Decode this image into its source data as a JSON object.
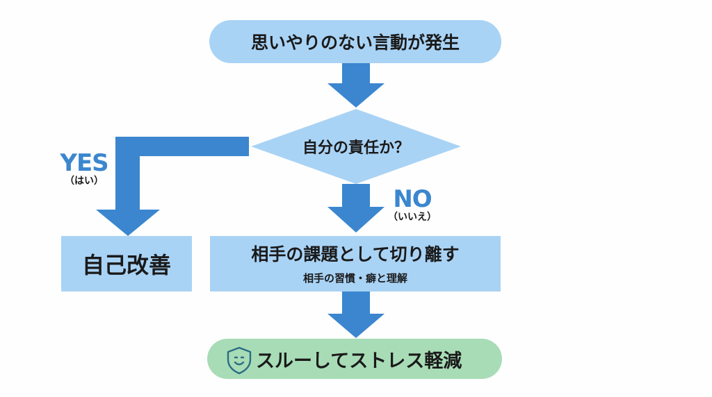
{
  "start_node": {
    "label": "思いやりのない言動が発生"
  },
  "decision_node": {
    "label": "自分の責任か？"
  },
  "yes_branch": {
    "label": "YES",
    "sublabel": "（はい）"
  },
  "no_branch": {
    "label": "NO",
    "sublabel": "（いいえ）"
  },
  "self_improve_node": {
    "label": "自己改善"
  },
  "separate_node": {
    "label": "相手の課題として切り離す",
    "sublabel": "相手の習慣・癖と理解"
  },
  "end_node": {
    "label": "スルーしてストレス軽減",
    "icon": "smiling-shield-icon"
  },
  "colors": {
    "box_fill": "#a9d3f5",
    "arrow": "#3b86cf",
    "end_fill": "#a8dcb6",
    "icon_stroke": "#2c6c86"
  }
}
